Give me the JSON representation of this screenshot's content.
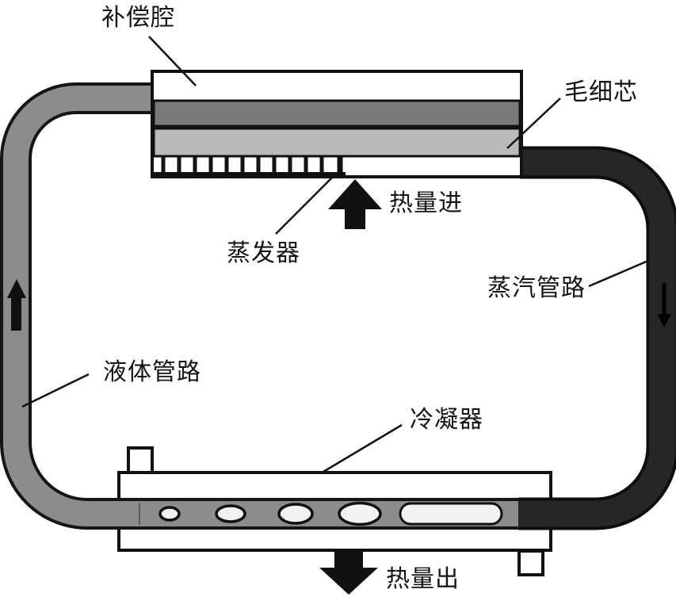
{
  "diagram": {
    "type": "loop-heat-pipe-schematic",
    "labels": {
      "compensation_chamber": "补偿腔",
      "capillary_wick": "毛细芯",
      "heat_in": "热量进",
      "evaporator": "蒸发器",
      "vapor_line": "蒸汽管路",
      "liquid_line": "液体管路",
      "condenser": "冷凝器",
      "heat_out": "热量出"
    },
    "arrows": {
      "heat_in": "up",
      "heat_out": "down",
      "liquid_flow": "up",
      "vapor_flow": "down"
    },
    "colors": {
      "background": "#ffffff",
      "outline": "#111111",
      "liquid_line_fill": "#8c8c8c",
      "vapor_line_fill": "#262626",
      "wick_dark_layer": "#7a7a7a",
      "wick_light_layer": "#bababa",
      "bubble_fill": "#f2f2f2",
      "label_color": "#151515"
    }
  }
}
